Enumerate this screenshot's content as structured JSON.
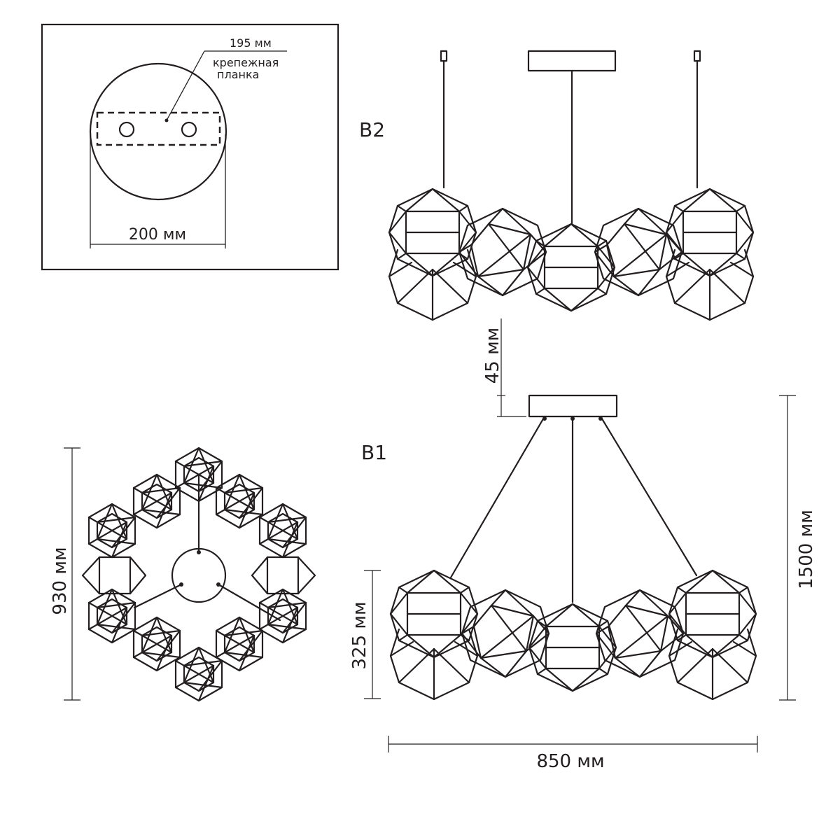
{
  "mount": {
    "bracket_width": "195 мм",
    "bracket_label_line1": "крепежная",
    "bracket_label_line2": "планка",
    "canopy_diameter": "200 мм"
  },
  "variants": {
    "b2": "B2",
    "b1": "B1"
  },
  "dimensions": {
    "gap": "45 мм",
    "total_height": "1500 мм",
    "body_height": "325 мм",
    "top_view_diameter": "930 мм",
    "width": "850 мм"
  },
  "colors": {
    "line": "#231f20",
    "background": "#ffffff"
  }
}
